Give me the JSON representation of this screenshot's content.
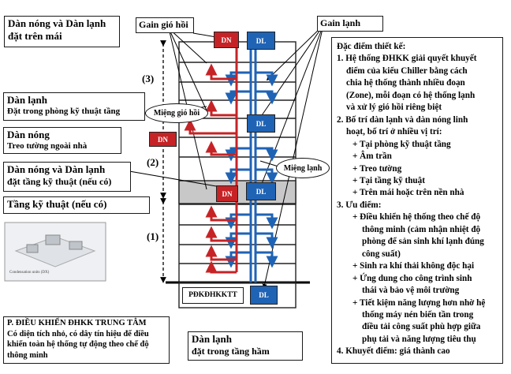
{
  "labels": {
    "roof": [
      "Dàn nóng và Dàn lạnh",
      "đặt trên mái"
    ],
    "gain_gio_hoi": "Gain gió hồi",
    "gain_lanh": "Gain lạnh",
    "dan_lanh_phong": [
      "Dàn lạnh",
      "Đặt trong phòng kỹ thuật tầng"
    ],
    "mieng_gio_hoi": "Miệng gió hồi",
    "dan_nong_tuong": [
      "Dàn nóng",
      "Treo tường ngoài nhà"
    ],
    "mieng_lanh": "Miệng lạnh",
    "dan_nong_lanh_ky_thuat": [
      "Dàn nóng và Dàn lạnh",
      "đặt tầng kỹ thuật (nếu có)"
    ],
    "tang_ky_thuat": "Tầng kỹ thuật (nếu có)",
    "zone_3": "(3)",
    "zone_2": "(2)",
    "zone_1": "(1)",
    "photo_caption": "Condensation units (DX)",
    "p_dieu_khien": [
      "P. ĐIỀU KHIỂN ĐHKK TRUNG TÂM",
      "Có diện tích nhỏ, có dây tín hiệu để điều",
      "khiển toàn hệ thống tự động theo chế độ",
      "thông minh"
    ],
    "dan_lanh_ham": [
      "Dàn lạnh",
      "đặt trong tầng hầm"
    ],
    "pdk": "PĐKĐHKKTT"
  },
  "units": {
    "dn": "DN",
    "dl": "DL"
  },
  "panel": [
    {
      "text": "Đặc điểm thiết kế:",
      "indent": 0
    },
    {
      "text": "1. Hệ thống ĐHKK giải quyết khuyết",
      "indent": 0
    },
    {
      "text": "điểm của kiểu Chiller bằng cách",
      "indent": 1
    },
    {
      "text": "chia hệ thống thành nhiều đoạn",
      "indent": 1
    },
    {
      "text": "(Zone), mỗi đoạn có hệ thống lạnh",
      "indent": 1
    },
    {
      "text": "và xử lý gió hồi riêng biệt",
      "indent": 1
    },
    {
      "text": "2. Bố trí dàn lạnh và dàn nóng linh",
      "indent": 0
    },
    {
      "text": "hoạt, bố trí ở nhiều vị trí:",
      "indent": 1
    },
    {
      "text": "+ Tại phòng kỹ thuật tầng",
      "indent": 2
    },
    {
      "text": "+ Âm trần",
      "indent": 2
    },
    {
      "text": "+ Treo tường",
      "indent": 2
    },
    {
      "text": "+ Tại tầng kỹ thuật",
      "indent": 2
    },
    {
      "text": "+ Trên mái hoặc trên nền nhà",
      "indent": 2
    },
    {
      "text": "3. Ưu điểm:",
      "indent": 0
    },
    {
      "text": "+ Điều khiển hệ thống theo chế độ",
      "indent": 2
    },
    {
      "text": "thông minh (cảm nhận nhiệt độ",
      "indent": 3
    },
    {
      "text": "phòng để sản sinh khí lạnh đúng",
      "indent": 3
    },
    {
      "text": "công suất)",
      "indent": 3
    },
    {
      "text": "+ Sinh ra khí thải không độc hại",
      "indent": 2
    },
    {
      "text": "+ Ứng dung cho công trình sinh",
      "indent": 2
    },
    {
      "text": "thái và bảo vệ môi trường",
      "indent": 3
    },
    {
      "text": "+ Tiết kiệm năng lượng hơn nhờ hệ",
      "indent": 2
    },
    {
      "text": "thống máy nén biến tần trong",
      "indent": 3
    },
    {
      "text": "điều tải công suất phù hợp giữa",
      "indent": 3
    },
    {
      "text": "phụ tải và năng lượng tiêu thụ",
      "indent": 3
    },
    {
      "text": "4. Khuyết điểm: giá thành cao",
      "indent": 0
    }
  ],
  "colors": {
    "red": "#c62326",
    "blue": "#1f63b5",
    "gray": "#c8c8c8"
  }
}
